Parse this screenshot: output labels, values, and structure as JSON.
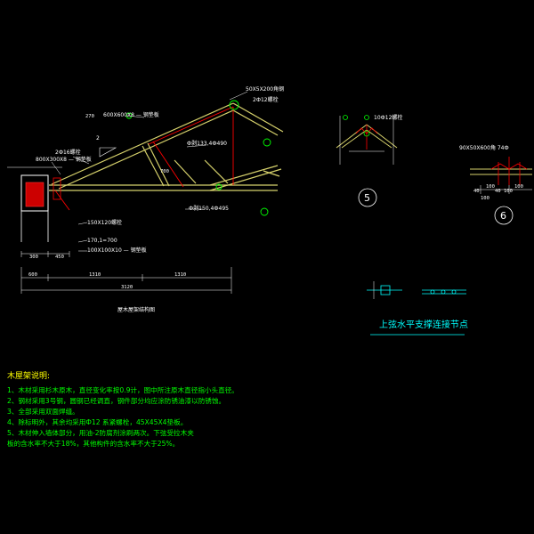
{
  "drawing": {
    "main_title": "屋木屋架结构图",
    "dims": {
      "d600": "600",
      "d1310a": "1310",
      "d1310b": "1310",
      "d3120": "3120",
      "d300": "300",
      "d450": "450",
      "d700": "700",
      "d2ch": "2"
    },
    "labels": {
      "top_steel": "50X5X200角钢",
      "top_steel_sub": "2Ф12螺栓",
      "rafter_plank": "600X600X8 — 钢垫板",
      "angle_270": "270",
      "rafter_rod": "Ф剥133,4Ф490",
      "bolt_216": "2Ф16螺栓",
      "plate_800": "800X300X8 — 钢垫板",
      "member_700": "700",
      "bottom_rod": "Ф剥150,4Ф495",
      "bolt_150": "150X120螺栓",
      "chord_170": "170,1=700",
      "plate_100": "100X100X10 — 钢垫板"
    },
    "detail5": {
      "num": "5",
      "label": "10Ф12螺栓"
    },
    "detail6": {
      "num": "6",
      "label_top": "90X50X600角 74Ф",
      "d100a": "100",
      "d100b": "100",
      "d100c": "100",
      "d40a": "40",
      "d40b": "40",
      "d100d": "100"
    },
    "subtitle": "上弦水平支撑连接节点"
  },
  "notes": {
    "title": "木屋架说明:",
    "lines": [
      "1、木材采用杉木原木，直径变化率按0.9计，图中所注原木直径指小头直径。",
      "2、钢材采用3号钢，圆钢已经调直，钢件部分均应涂防锈油漆以防锈蚀。",
      "3、全部采用双面焊缝。",
      "4、除标明外，其余均采用Ф12 系紧螺栓，45X45X4垫板。",
      "5、木材伸入墙体部分，用油-2防腐剂涂刷两次。下弦受拉木夹",
      "   板的含水率不大于18%，其他构件的含水率不大于25%。"
    ]
  },
  "colors": {
    "background": "#000000",
    "timber": "#d7d26c",
    "steel": "#ff0000",
    "annotation": "#ffffff",
    "green": "#00ff00",
    "cyan": "#00ffff",
    "yellow": "#ffff00"
  }
}
